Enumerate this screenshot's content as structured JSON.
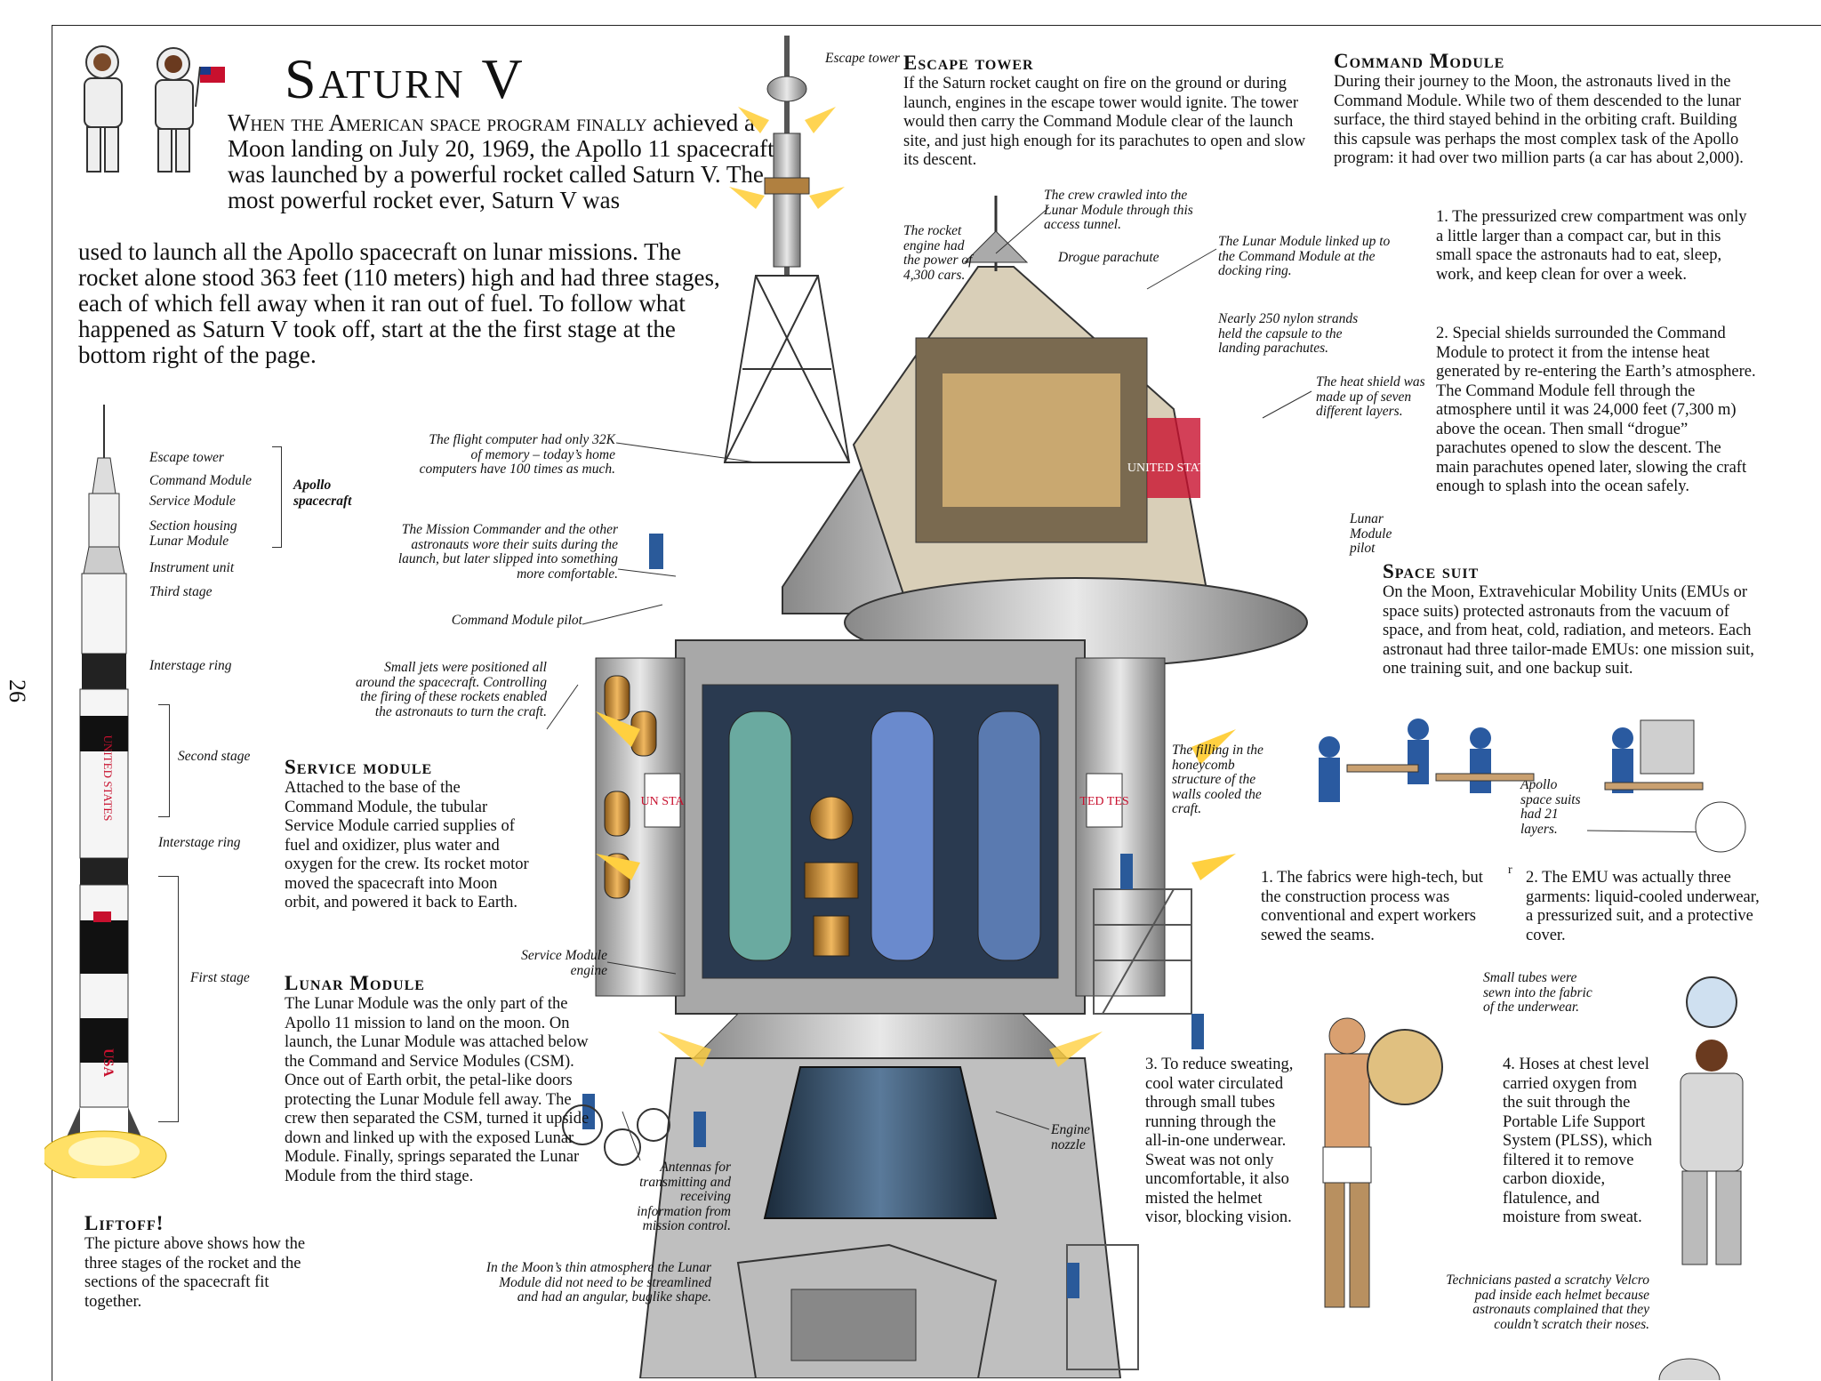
{
  "page_number": "26",
  "title": "Saturn V",
  "intro": {
    "line1": "When the American space program finally",
    "line2": "achieved a Moon landing on July 20, 1969, the Apollo 11 spacecraft was launched by a powerful rocket called Saturn V. The most powerful rocket ever, Saturn V was",
    "line3": "used to launch all the Apollo spacecraft on lunar missions. The rocket alone stood 363 feet (110 meters) high and had three stages, each of which fell away when it ran out of fuel. To follow what happened as Saturn V took off, start at the the first stage at the bottom right of the page."
  },
  "rocket_labels": {
    "escape_tower": "Escape tower",
    "command_module": "Command Module",
    "service_module": "Service Module",
    "section_housing": "Section housing",
    "lunar_module": "Lunar Module",
    "apollo": "Apollo",
    "spacecraft": "spacecraft",
    "instrument_unit": "Instrument unit",
    "third_stage": "Third stage",
    "interstage_ring_1": "Interstage ring",
    "second_stage": "Second stage",
    "interstage_ring_2": "Interstage ring",
    "first_stage": "First stage",
    "rocket_text_1": "UNITED STATES",
    "rocket_text_2": "USA"
  },
  "liftoff": {
    "heading": "Liftoff!",
    "text": "The picture above shows how the three stages of the rocket and the sections of the spacecraft fit together."
  },
  "escape_tower": {
    "heading": "Escape tower",
    "text": "If the Saturn rocket caught on fire on the ground or during launch, engines in the escape tower would ignite. The tower would then carry the Command Module clear of the launch site, and just high enough for its parachutes to open and slow its descent."
  },
  "command_module": {
    "heading": "Command Module",
    "text": "During their journey to the Moon, the astronauts lived in the Command Module. While two of them descended to the lunar surface, the third stayed behind in the orbiting craft. Building this capsule was perhaps the most complex task of the Apollo program: it had over two million parts (a car has about 2,000).",
    "point1": "1. The pressurized crew compartment was only a little larger than a compact car, but in this small space the astronauts had to eat, sleep, work, and keep clean for over a week.",
    "point2": "2. Special shields surrounded the Command Module to protect it from the intense heat generated by re-entering the Earth’s atmosphere. The Command Module fell through the atmosphere until it was 24,000 feet (7,300 m) above the ocean. Then small “drogue” parachutes opened to slow the descent. The main parachutes opened later, slowing the craft enough to splash into the ocean safely."
  },
  "space_suit": {
    "heading": "Space suit",
    "text": "On the Moon, Extravehicular Mobility Units (EMUs or space suits) protected astronauts from the vacuum of space, and from heat, cold, radiation, and meteors. Each astronaut had three tailor-made EMUs: one mission suit, one training suit, and one backup suit.",
    "point1": "1. The fabrics were high-tech, but the construction process was conventional and expert workers sewed the seams.",
    "point2": "2. The EMU was actually three garments: liquid-cooled underwear, a pressurized suit, and a protective cover.",
    "point3": "3. To reduce sweating, cool water circulated through small tubes running through the all-in-one underwear. Sweat was not only uncomfortable, it also misted the helmet visor, blocking vision.",
    "point4": "4. Hoses at chest level carried oxygen from the suit through the Portable Life Support System (PLSS), which filtered it to remove carbon dioxide, flatulence, and moisture from sweat.",
    "stray_mark": "r"
  },
  "service_module": {
    "heading": "Service module",
    "text": "Attached to the base of the Command Module, the tubular Service Module carried supplies of fuel and oxidizer, plus water and oxygen for the crew. Its rocket motor moved the spacecraft into Moon orbit, and powered it back to Earth."
  },
  "lunar_module": {
    "heading": "Lunar Module",
    "text": "The Lunar Module was the only part of the Apollo 11 mission to land on the moon. On launch, the Lunar Module was attached below the Command and Service Modules (CSM). Once out of Earth orbit, the petal-like doors protecting the Lunar Module fell away. The crew then separated the CSM, turned it upside down and linked up with the exposed Lunar Module. Finally, springs separated the Lunar Module from the third stage."
  },
  "captions": {
    "escape_tower": "Escape tower",
    "rocket_engine": "The rocket engine had the power of 4,300 cars.",
    "crew_crawled": "The crew crawled into the Lunar Module through this access tunnel.",
    "drogue": "Drogue parachute",
    "lunar_linked": "The Lunar Module linked up to the Command Module at the docking ring.",
    "nylon": "Nearly 250 nylon strands held the capsule to the landing parachutes.",
    "heat_shield": "The heat shield was made up of seven different layers.",
    "lm_pilot": "Lunar Module pilot",
    "flight_computer": "The flight computer had only 32K of memory – today’s home computers have 100 times as much.",
    "mission_commander": "The Mission Commander and the other astronauts wore their suits during the launch, but later slipped into something more comfortable.",
    "cm_pilot": "Command Module pilot",
    "small_jets": "Small jets were positioned all around the spacecraft. Controlling the firing of these rockets enabled the astronauts to turn the craft.",
    "honeycomb": "The filling in the honeycomb structure of the walls cooled the craft.",
    "apollo_suits": "Apollo space suits had 21 layers.",
    "sm_engine": "Service Module engine",
    "small_tubes": "Small tubes were sewn into the fabric of the underwear.",
    "engine_nozzle": "Engine nozzle",
    "antennas": "Antennas for transmitting and receiving information from mission control.",
    "moons_atmosphere": "In the Moon’s thin atmosphere the Lunar Module did not need to be streamlined and had an angular, buglike shape.",
    "velcro": "Technicians pasted a scratchy Velcro pad inside each helmet because astronauts complained that they couldn’t scratch their noses."
  },
  "cutaway_labels": {
    "united_states": "UNITED STATES",
    "un_sta": "UN STA",
    "ted_tes": "TED TES"
  }
}
